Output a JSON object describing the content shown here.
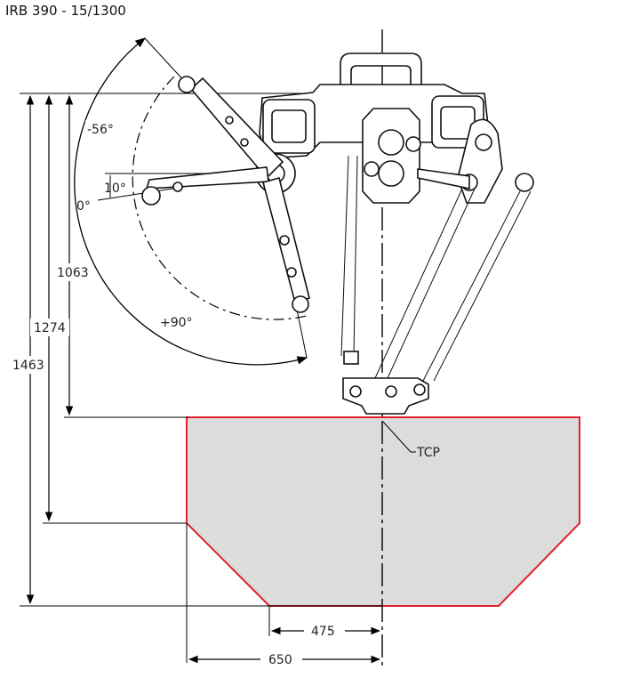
{
  "title": "IRB 390 - 15/1300",
  "annotations": {
    "angle_neg56": "-56°",
    "angle_10": "10°",
    "angle_0": "0°",
    "angle_pos90": "+90°",
    "tcp": "TCP"
  },
  "dimensions": {
    "d1063": "1063",
    "d1274": "1274",
    "d1463": "1463",
    "d475": "475",
    "d650": "650"
  },
  "colors": {
    "workspace_fill": "#dcdcdc",
    "workspace_outline": "#e0202a",
    "line": "#000000"
  }
}
